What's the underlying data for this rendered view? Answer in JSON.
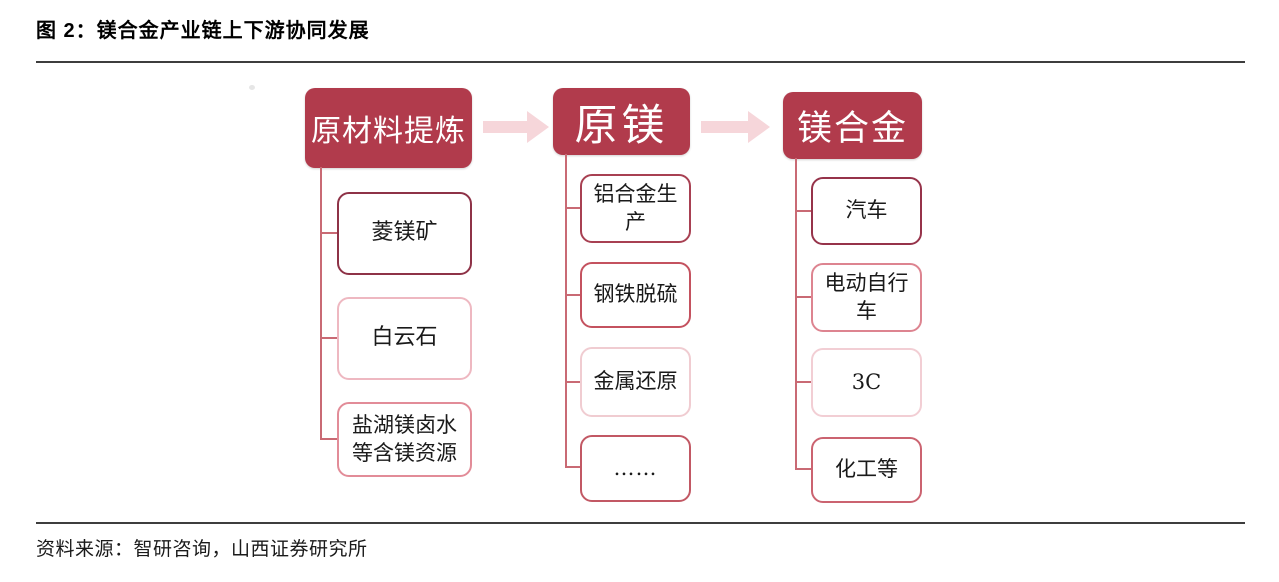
{
  "figure": {
    "title": "图 2：镁合金产业链上下游协同发展",
    "source": "资料来源：智研咨询，山西证券研究所"
  },
  "colors": {
    "header_bg": "#b13b4c",
    "header_text": "#ffffff",
    "arrow": "#f6d6da",
    "connector": "#c96a74",
    "rule": "#3d3d3d",
    "text": "#1a1a1a"
  },
  "diagram": {
    "type": "flow-hierarchy",
    "flow_note": "three stage industry chain linked by right arrows",
    "columns": [
      {
        "header": "原材料提炼",
        "children": [
          {
            "label": "菱镁矿",
            "border": "#8e3247"
          },
          {
            "label": "白云石",
            "border": "#eeb8c1"
          },
          {
            "label": "盐湖镁卤水等含镁资源",
            "border": "#e28c98"
          }
        ]
      },
      {
        "header": "原镁",
        "children": [
          {
            "label": "铝合金生产",
            "border": "#a84052"
          },
          {
            "label": "钢铁脱硫",
            "border": "#c4525f"
          },
          {
            "label": "金属还原",
            "border": "#f0ccd1"
          },
          {
            "label": "……",
            "border": "#c25864"
          }
        ]
      },
      {
        "header": "镁合金",
        "children": [
          {
            "label": "汽车",
            "border": "#96334a"
          },
          {
            "label": "电动自行车",
            "border": "#dd8490"
          },
          {
            "label": "3C",
            "border": "#f2ced4"
          },
          {
            "label": "化工等",
            "border": "#cb6370"
          }
        ]
      }
    ]
  }
}
